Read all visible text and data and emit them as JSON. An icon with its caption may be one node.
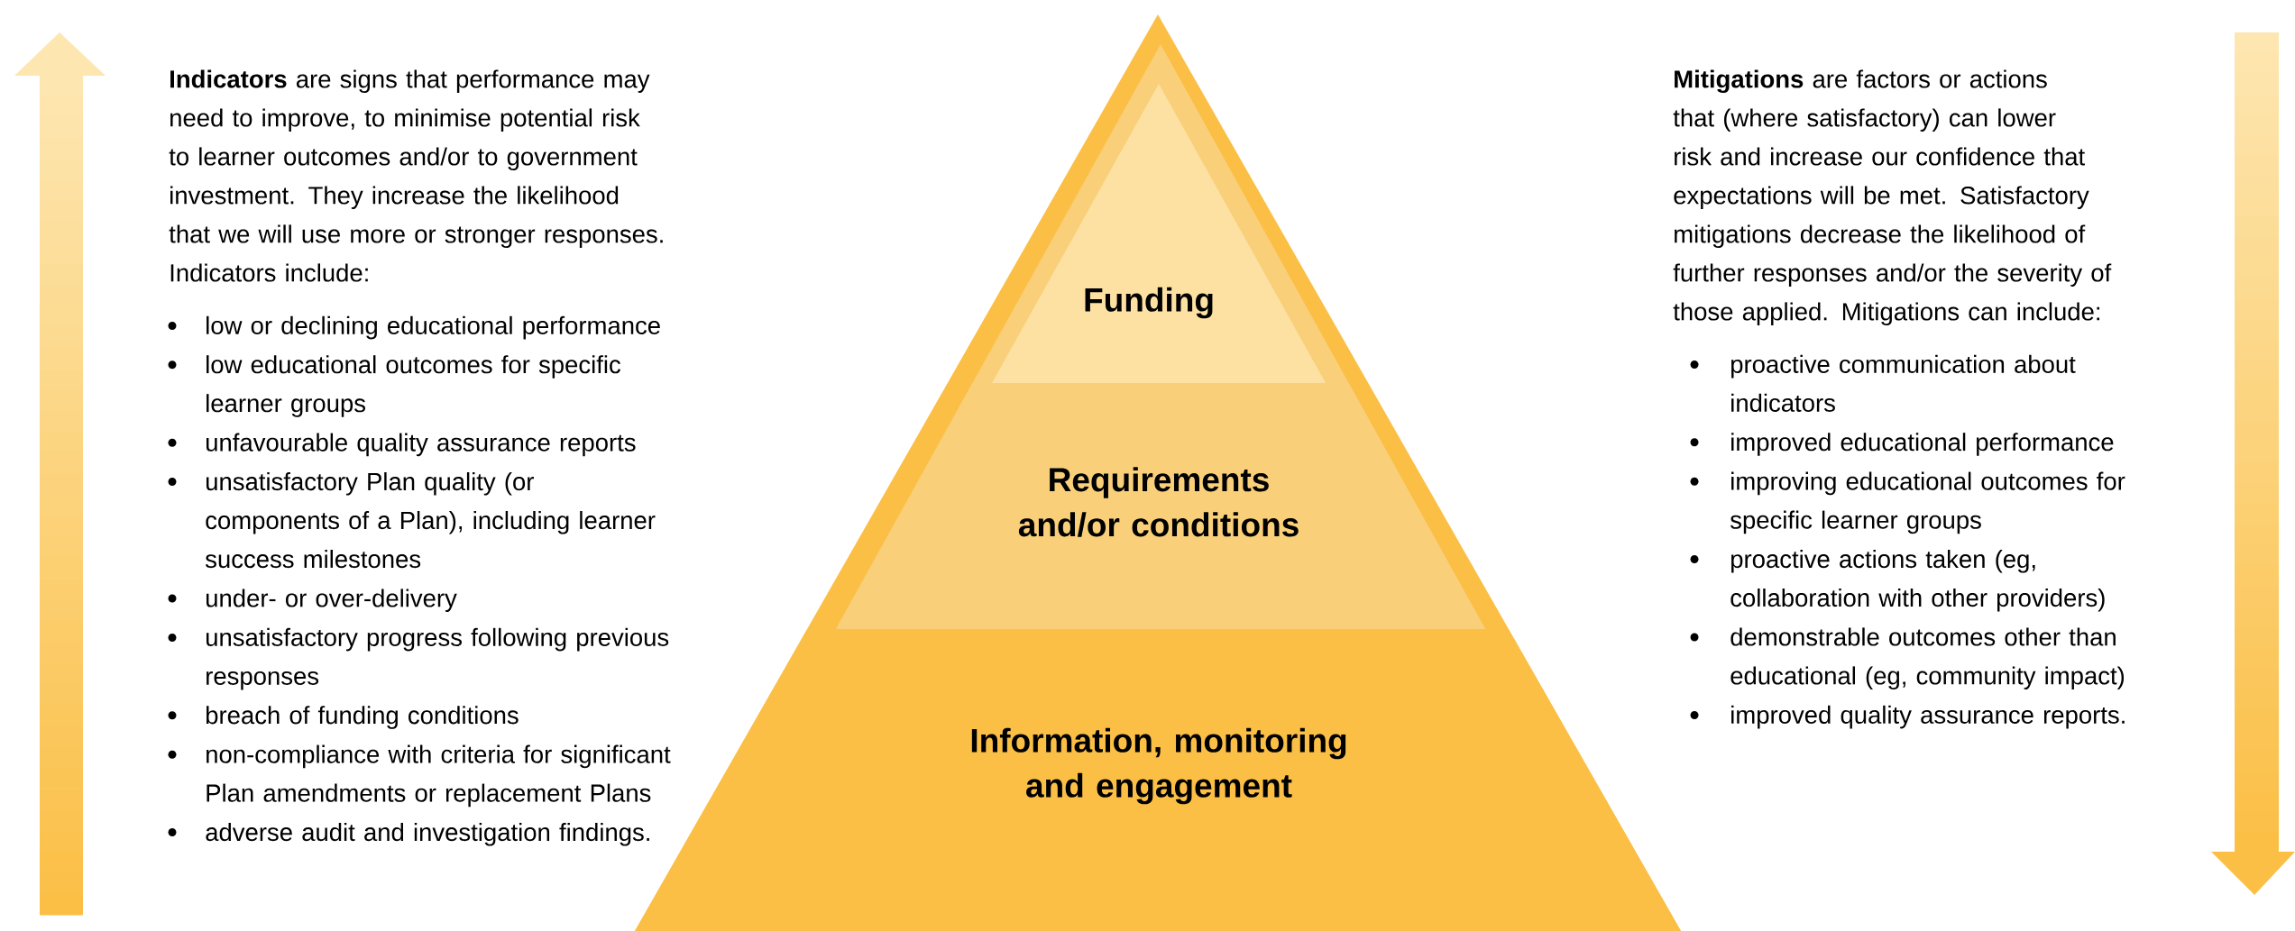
{
  "diagram": {
    "nodes": [
      {
        "text": [
          "Funding"
        ]
      },
      {
        "text": [
          "Requirements and/or conditions"
        ]
      },
      {
        "text": [
          "Information, monitoring and engagement"
        ]
      }
    ],
    "labels": [
      "**Indicators** are signs that performance may need to improve, to minimise potential risk to learner outcomes and/or to government investment. They increase the likelihood that we will use more or stronger responses. Indicators include:",
      "low or declining educational performance",
      "low educational outcomes for specific learner groups",
      "unfavourable quality assurance reports",
      "unsatisfactory Plan quality (or components of a Plan), including learner success milestones",
      "under- or over-delivery",
      "unsatisfactory progress following previous responses",
      "breach of funding conditions",
      "non-compliance with criteria for significant Plan amendments or replacement Plans",
      "adverse audit and investigation findings.",
      "**Mitigations** are factors or actions that (where satisfactory) can lower risk and increase our confidence that expectations will be met. Satisfactory mitigations decrease the likelihood of further responses and/or the severity of those applied. Mitigations can include:",
      "proactive communication about indicators",
      "improved educational performance",
      "improving educational outcomes for specific learner groups",
      "proactive actions taken (eg, collaboration with other providers)",
      "demonstrable outcomes other than educational (eg, community impact)",
      "improved quality assurance reports."
    ]
  }
}
